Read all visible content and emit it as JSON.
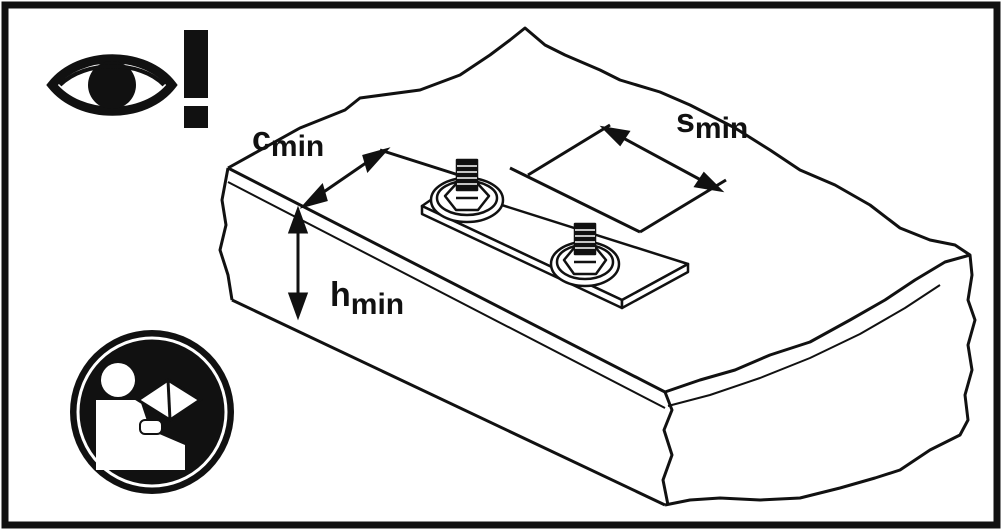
{
  "labels": {
    "c": {
      "main": "c",
      "sub": "min"
    },
    "s": {
      "main": "s",
      "sub": "min"
    },
    "h": {
      "main": "h",
      "sub": "min"
    }
  },
  "icons": [
    "observe-warning-icon",
    "read-manual-icon"
  ],
  "colors": {
    "ink": "#111111",
    "paper": "#ffffff"
  }
}
